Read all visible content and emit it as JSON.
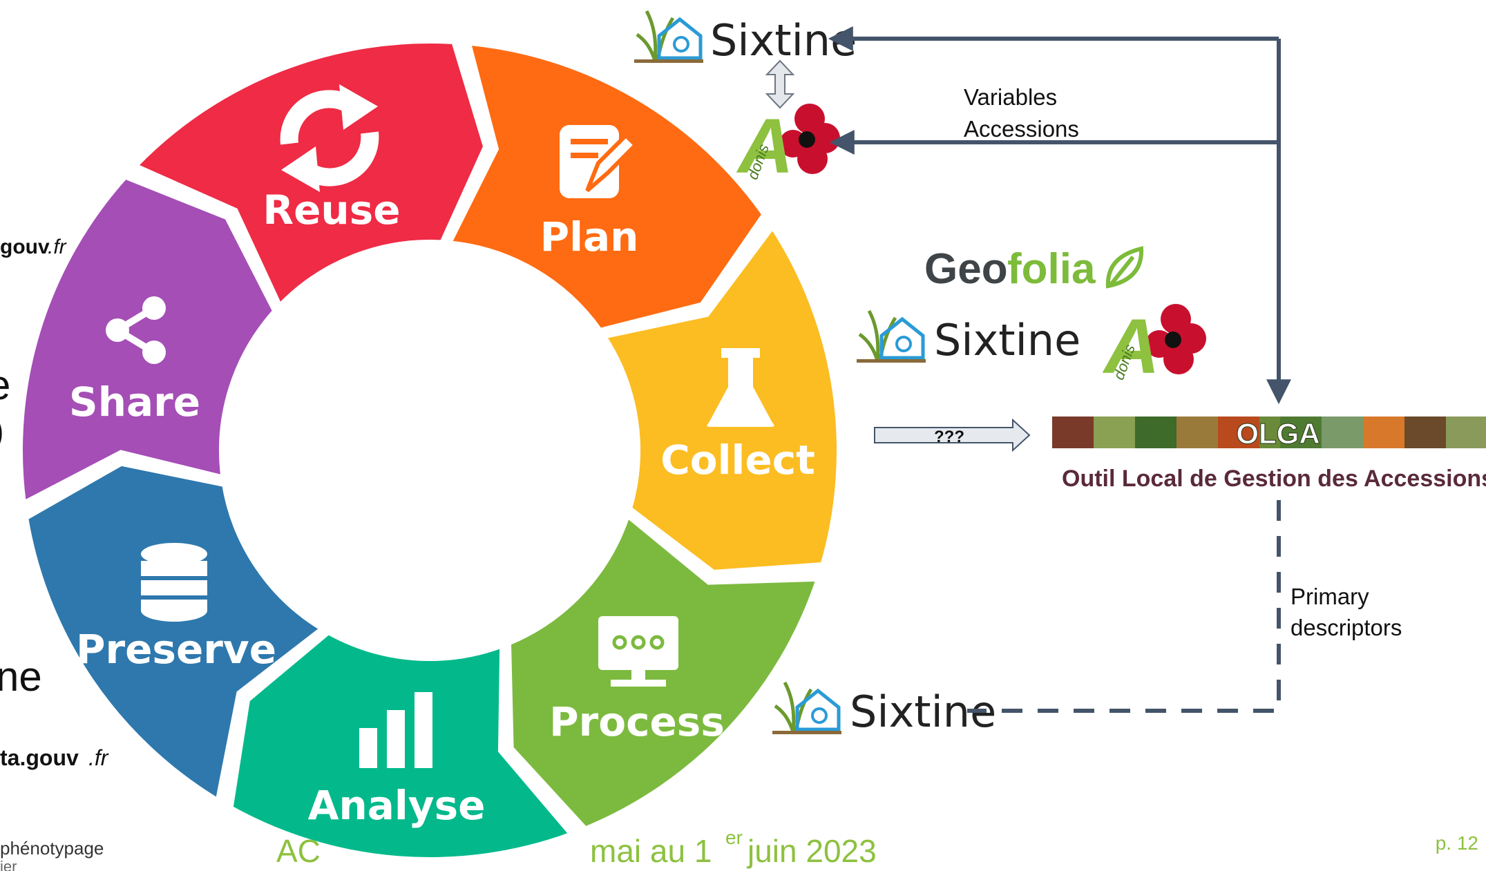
{
  "cycle": {
    "segments": [
      {
        "id": "reuse",
        "label": "Reuse",
        "color": "#ef2b45",
        "icon": "recycle-arrows-icon"
      },
      {
        "id": "plan",
        "label": "Plan",
        "color": "#ff6b12",
        "icon": "edit-note-icon"
      },
      {
        "id": "collect",
        "label": "Collect",
        "color": "#fcbd22",
        "icon": "flask-icon"
      },
      {
        "id": "process",
        "label": "Process",
        "color": "#7cba3f",
        "icon": "computer-monitor-icon"
      },
      {
        "id": "analyse",
        "label": "Analyse",
        "color": "#03b98c",
        "icon": "bar-chart-icon"
      },
      {
        "id": "preserve",
        "label": "Preserve",
        "color": "#2e78ad",
        "icon": "database-icon"
      },
      {
        "id": "share",
        "label": "Share",
        "color": "#a44eb6",
        "icon": "share-icon"
      }
    ]
  },
  "tools": {
    "sixtine": "Sixtine",
    "adonis": "A",
    "adonis_sub": "donis",
    "geofolia_a": "Geo",
    "geofolia_b": "folia"
  },
  "flows": {
    "variables": "Variables",
    "accessions": "Accessions",
    "unknown": "???",
    "primary": "Primary",
    "descriptors": "descriptors"
  },
  "olga": {
    "banner": "OLGA",
    "subtitle": "Outil Local de Gestion des Accessions"
  },
  "left_fragments": {
    "gouv_top": "gouv",
    "fr_top": ".fr",
    "gouv_bottom": "ta.gouv",
    "fr_bottom": ".fr",
    "char_e": "e",
    "char_paren": ")",
    "ne": "ne"
  },
  "footer": {
    "left": "phénotypage",
    "left_cut": "ier",
    "date_left": "AC",
    "date_right": "mai au 1",
    "date_sup": "er",
    "date_end": " juin 2023",
    "page": "p. 12"
  },
  "colors": {
    "arrow": "#44546a",
    "footer_green": "#8dc13f",
    "olga_green": "#4f7a32",
    "olga_red": "#8b1c2e"
  }
}
